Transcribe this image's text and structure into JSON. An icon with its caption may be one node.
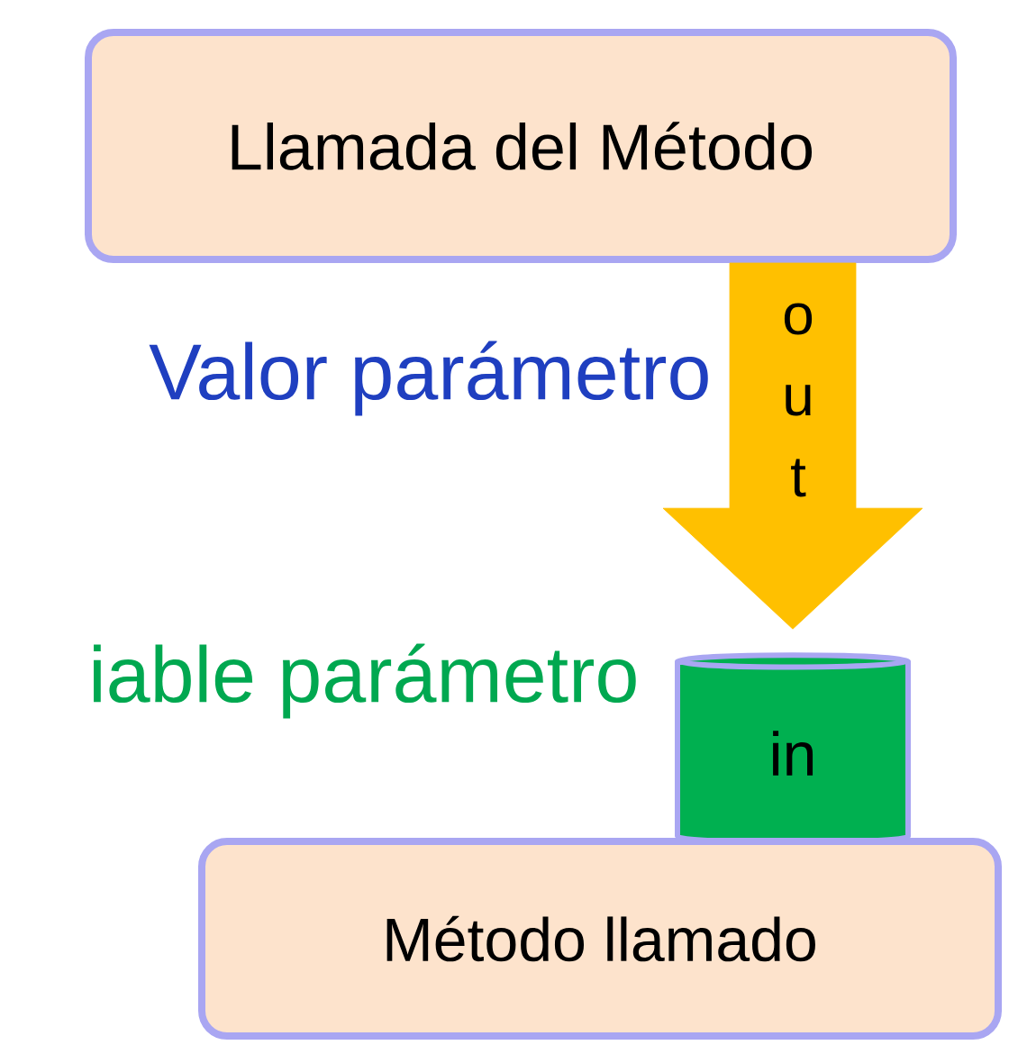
{
  "diagram": {
    "nodes": [
      {
        "text": [
          "Llamada del Método"
        ]
      },
      {
        "text": [
          "in"
        ]
      },
      {
        "text": [
          "Método llamado"
        ]
      }
    ],
    "edges": [
      {
        "from": 0,
        "to": 1,
        "arrow": "to",
        "label": "o u t",
        "color": "#ffc000",
        "style": "thick"
      }
    ],
    "labels": [
      "Valor parámetro",
      "iable parámetro"
    ]
  }
}
